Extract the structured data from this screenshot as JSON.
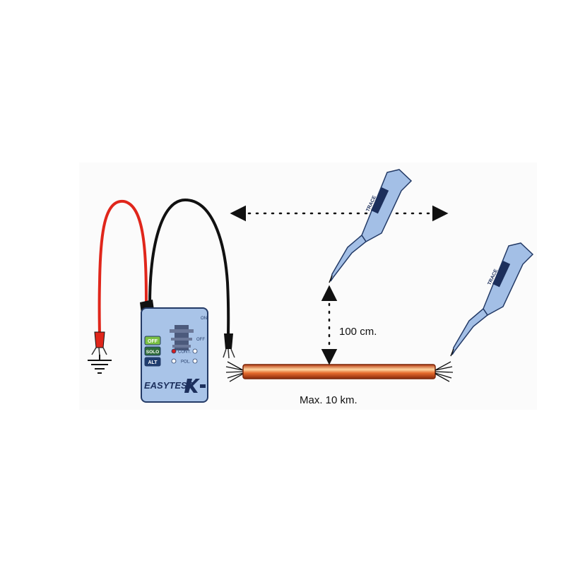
{
  "labels": {
    "distance": "100 cm.",
    "max_length": "Max. 10 km."
  },
  "device": {
    "brand": "EASYTEST",
    "buttons": [
      "OFF",
      "SOLO",
      "ALT"
    ],
    "indicators": [
      "CONT.",
      "POL."
    ],
    "dial_marks": [
      "ON",
      "OFF"
    ]
  },
  "probe_brand": "TRACE",
  "colors": {
    "device_body": "#a9c4e8",
    "device_outline": "#233a66",
    "red_lead": "#e0261b",
    "black_lead": "#111111",
    "cable_core": "#d9572a",
    "cable_highlight": "#ffd6a0",
    "probe_body": "#a3bfe6",
    "off_button": "#7bc043",
    "solo_button": "#2f6c3a",
    "alt_button": "#1f3c6e",
    "indicator_cont": "#d42020",
    "ground_icon": "#111111",
    "dotted_line": "#111111"
  },
  "icons": [
    "ground-symbol-icon",
    "crocodile-clip-icon",
    "arrowhead-icon"
  ]
}
